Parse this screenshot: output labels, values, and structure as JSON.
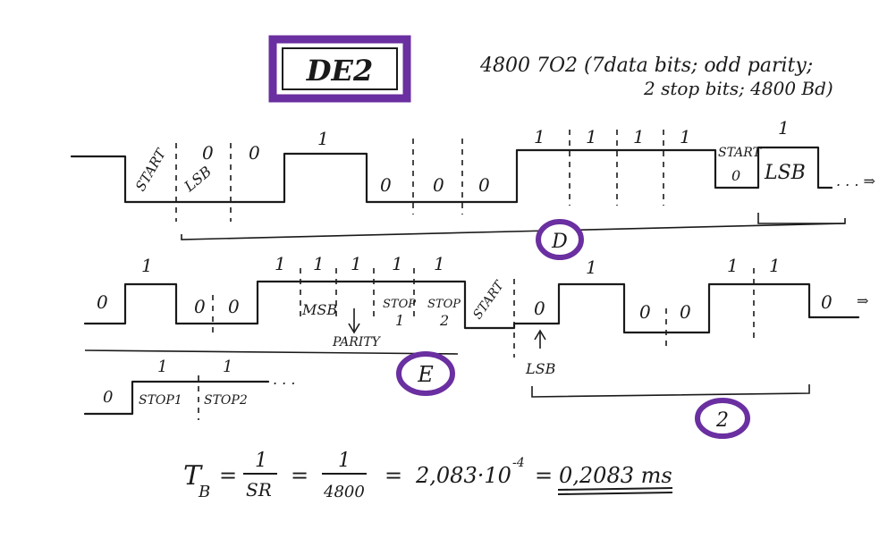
{
  "title": "DE2",
  "header": {
    "line1": "4800  7O2  (7data bits; odd parity;",
    "line2": "2 stop bits; 4800 Bd)"
  },
  "row1": {
    "bit_start": "START",
    "bit_lsb": "LSB",
    "vals": [
      "0",
      "0",
      "1",
      "0",
      "0",
      "0",
      "1",
      "1",
      "1",
      "1"
    ],
    "next_start": "START",
    "next_start_val": "0",
    "next_val": "1",
    "next_lsb": "LSB",
    "dots": ". . . ⇒",
    "group": "D"
  },
  "row2": {
    "vals_left": [
      "0",
      "1",
      "0",
      "0"
    ],
    "vals_ones": [
      "1",
      "1",
      "1",
      "1",
      "1"
    ],
    "msb": "MSB",
    "stop1": "STOP",
    "stop1_n": "1",
    "stop2": "STOP",
    "stop2_n": "2",
    "parity": "PARITY",
    "start": "START",
    "start_val": "0",
    "lsb": "LSB",
    "vals_right": [
      "1",
      "0",
      "0",
      "1",
      "1",
      "0"
    ],
    "dots": "⇒",
    "group_e": "E",
    "group_2": "2"
  },
  "row3": {
    "val0": "0",
    "one_a": "1",
    "one_b": "1",
    "stop1": "STOP1",
    "stop2": "STOP2",
    "dots": ". . ."
  },
  "formula": {
    "tb": "T",
    "tb_sub": "B",
    "eq": "=",
    "num1": "1",
    "den1": "SR",
    "num2": "1",
    "den2": "4800",
    "result1": "2,083·10",
    "exp": "-4",
    "result2": "0,2083 ms"
  }
}
